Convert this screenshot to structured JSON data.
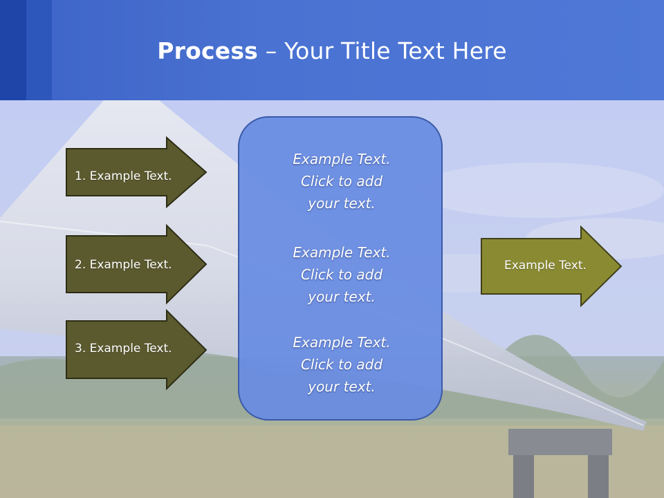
{
  "slide": {
    "title_bold": "Process",
    "title_rest": " – Your Title Text Here"
  },
  "left_arrows": [
    {
      "label": "1. Example Text."
    },
    {
      "label": "2. Example Text."
    },
    {
      "label": "3. Example Text."
    }
  ],
  "center_box": {
    "paragraphs": [
      {
        "lines": [
          "Example Text.",
          "Click  to add",
          "your text."
        ]
      },
      {
        "lines": [
          "Example Text.",
          "Click  to add",
          "your text."
        ]
      },
      {
        "lines": [
          "Example Text.",
          "Click  to add",
          "your text."
        ]
      }
    ]
  },
  "right_arrow": {
    "label": "Example Text."
  },
  "colors": {
    "header_blue": "#4a72d2",
    "left_arrow_fill": "#5b5a2f",
    "right_arrow_fill": "#8a8a33",
    "center_box_fill": "#6b8ee3"
  }
}
